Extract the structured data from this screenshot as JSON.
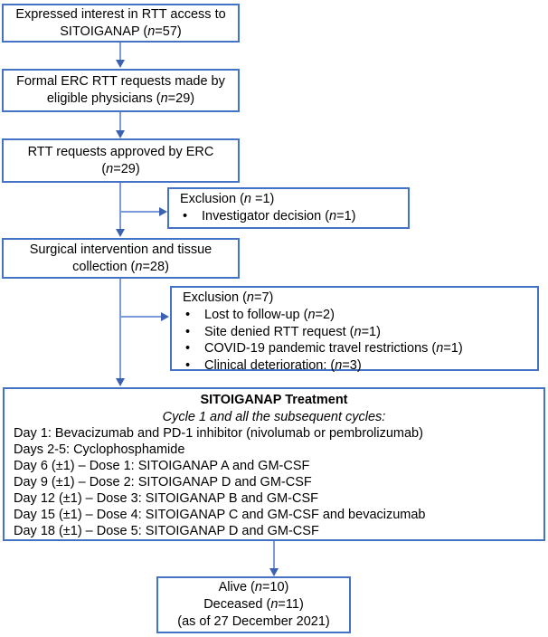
{
  "colors": {
    "box_border": "#4472C4",
    "connector_line": "#7C9AD6",
    "arrowhead": "#3A62B0",
    "text": "#000000",
    "background": "#FFFFFF"
  },
  "nodes": {
    "interest": {
      "text": "Expressed interest in RTT access to\nSITOIGANAP (n=57)"
    },
    "requests": {
      "text": "Formal ERC RTT requests made by\neligible physicians (n=29)"
    },
    "approved": {
      "text": "RTT requests approved by ERC\n(n=29)"
    },
    "exclusion1": {
      "title": "Exclusion (n =1)",
      "items": [
        "Investigator decision (n=1)"
      ]
    },
    "surgical": {
      "text": "Surgical intervention and tissue\ncollection (n=28)"
    },
    "exclusion2": {
      "title": "Exclusion (n=7)",
      "items": [
        "Lost to follow-up (n=2)",
        "Site denied RTT request (n=1)",
        "COVID-19 pandemic travel restrictions (n=1)",
        "Clinical deterioration: (n=3)"
      ]
    },
    "treatment": {
      "title": "SITOIGANAP Treatment",
      "subtitle": "Cycle 1 and all the subsequent cycles:",
      "lines": [
        "Day 1: Bevacizumab and PD-1 inhibitor (nivolumab or pembrolizumab)",
        "Days 2-5: Cyclophosphamide",
        "Day 6 (±1) – Dose 1: SITOIGANAP A and GM-CSF",
        "Day 9 (±1) – Dose 2: SITOIGANAP D and GM-CSF",
        "Day 12 (±1) – Dose 3: SITOIGANAP B and GM-CSF",
        "Day 15 (±1) – Dose 4: SITOIGANAP C and GM-CSF and bevacizumab",
        "Day 18 (±1) – Dose 5: SITOIGANAP D and GM-CSF"
      ]
    },
    "outcome": {
      "text": "Alive (n=10)\nDeceased (n=11)\n(as of 27 December 2021)"
    }
  }
}
